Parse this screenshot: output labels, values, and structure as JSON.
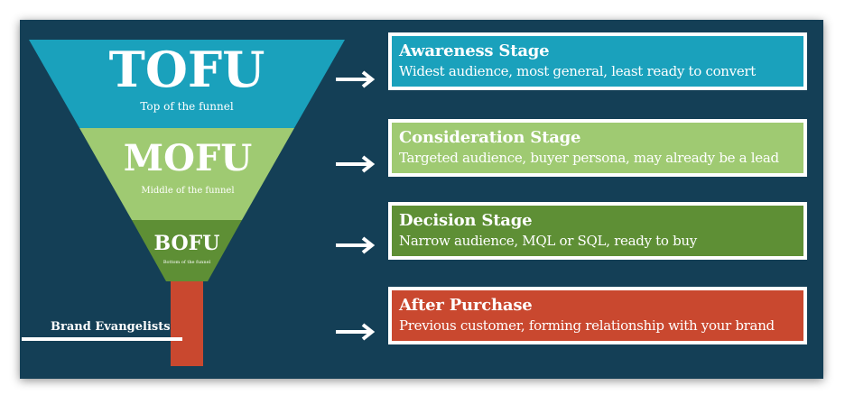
{
  "funnel": {
    "tofu": {
      "abbr": "TOFU",
      "sub": "Top of the funnel",
      "color": "#1aa1bc"
    },
    "mofu": {
      "abbr": "MOFU",
      "sub": "Middle of the funnel",
      "color": "#9fca72"
    },
    "bofu": {
      "abbr": "BOFU",
      "sub": "Bottom of the funnel",
      "color": "#5e8f35"
    },
    "stem_color": "#c9482f",
    "brand_label": "Brand Evangelists"
  },
  "stages": [
    {
      "title": "Awareness Stage",
      "desc": "Widest audience, most general, least ready to convert",
      "color": "#1aa1bc"
    },
    {
      "title": "Consideration Stage",
      "desc": "Targeted audience, buyer persona, may already be a lead",
      "color": "#9fca72"
    },
    {
      "title": "Decision Stage",
      "desc": "Narrow audience, MQL or SQL, ready to buy",
      "color": "#5e8f35"
    },
    {
      "title": "After Purchase",
      "desc": "Previous customer, forming relationship with your brand",
      "color": "#c9482f"
    }
  ],
  "background": "#143f56"
}
